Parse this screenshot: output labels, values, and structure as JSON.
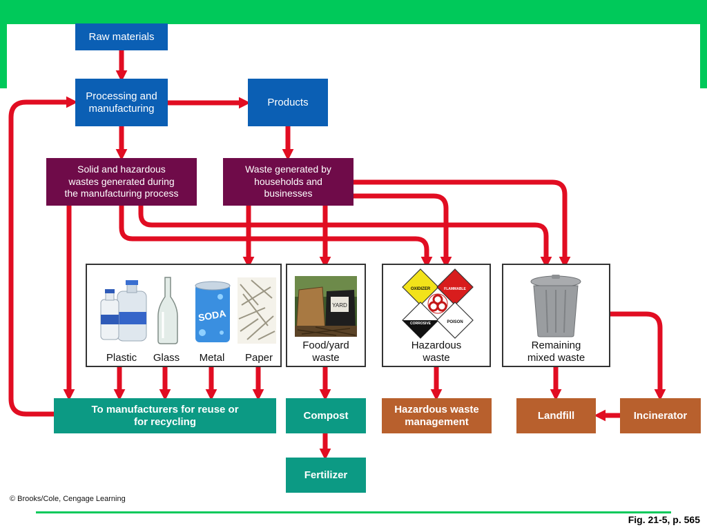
{
  "colors": {
    "header_green": "#00c95a",
    "process_blue": "#0b5fb4",
    "waste_maroon": "#6f0b49",
    "reuse_teal": "#0c9a84",
    "disposal_orange": "#b8602d",
    "arrow_red": "#e10d22"
  },
  "nodes": {
    "raw_materials": "Raw materials",
    "processing": "Processing and\nmanufacturing",
    "products": "Products",
    "manufacturing_waste": "Solid and hazardous\nwastes generated during\nthe manufacturing process",
    "household_waste": "Waste generated by\nhouseholds and\nbusinesses",
    "reuse": "To manufacturers for reuse or\nfor recycling",
    "compost": "Compost",
    "fertilizer": "Fertilizer",
    "hazardous_management": "Hazardous waste\nmanagement",
    "landfill": "Landfill",
    "incinerator": "Incinerator"
  },
  "panels": {
    "recyclables": {
      "items": [
        "Plastic",
        "Glass",
        "Metal",
        "Paper"
      ],
      "item_icons": [
        "plastic-bottles-image",
        "glass-bottle-image",
        "soda-can-image",
        "shredded-paper-image"
      ]
    },
    "food_yard": {
      "label": "Food/yard\nwaste",
      "icon": "yard-waste-bags-image"
    },
    "hazardous": {
      "label": "Hazardous\nwaste",
      "icon": "hazard-symbols-image",
      "signs": [
        "OXIDIZER",
        "FLAMMABLE",
        "CORROSIVE",
        "POISON"
      ]
    },
    "mixed": {
      "label": "Remaining\nmixed waste",
      "icon": "trash-can-image"
    }
  },
  "footer": {
    "credit": "© Brooks/Cole, Cengage Learning",
    "figure_ref": "Fig. 21-5, p. 565"
  }
}
